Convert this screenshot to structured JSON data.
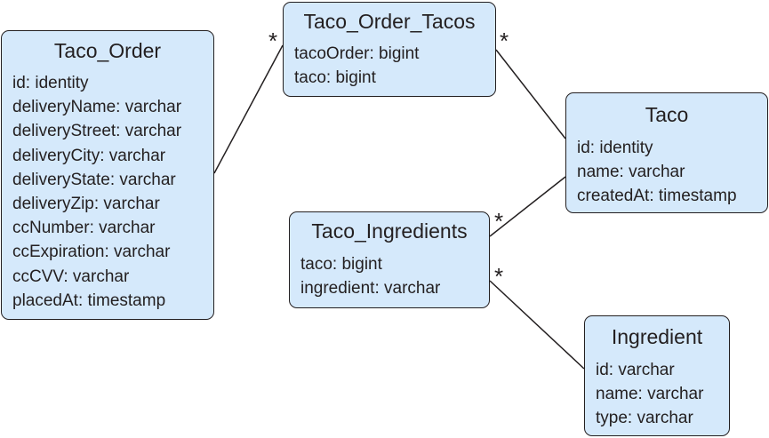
{
  "entities": {
    "taco_order": {
      "name": "Taco_Order",
      "fields": [
        "id: identity",
        "deliveryName: varchar",
        "deliveryStreet: varchar",
        "deliveryCity: varchar",
        "deliveryState: varchar",
        "deliveryZip: varchar",
        "ccNumber: varchar",
        "ccExpiration: varchar",
        "ccCVV: varchar",
        "placedAt: timestamp"
      ]
    },
    "taco_order_tacos": {
      "name": "Taco_Order_Tacos",
      "fields": [
        "tacoOrder: bigint",
        "taco: bigint"
      ]
    },
    "taco": {
      "name": "Taco",
      "fields": [
        "id: identity",
        "name: varchar",
        "createdAt: timestamp"
      ]
    },
    "taco_ingredients": {
      "name": "Taco_Ingredients",
      "fields": [
        "taco: bigint",
        "ingredient: varchar"
      ]
    },
    "ingredient": {
      "name": "Ingredient",
      "fields": [
        "id: varchar",
        "name: varchar",
        "type: varchar"
      ]
    }
  },
  "relationships": [
    {
      "from": "Taco_Order",
      "to": "Taco_Order_Tacos",
      "multiplicity": "*"
    },
    {
      "from": "Taco",
      "to": "Taco_Order_Tacos",
      "multiplicity": "*"
    },
    {
      "from": "Taco",
      "to": "Taco_Ingredients",
      "multiplicity": "*"
    },
    {
      "from": "Ingredient",
      "to": "Taco_Ingredients",
      "multiplicity": "*"
    }
  ],
  "colors": {
    "entity_fill": "#d5e9fb",
    "stroke": "#231f20",
    "background": "#ffffff"
  }
}
